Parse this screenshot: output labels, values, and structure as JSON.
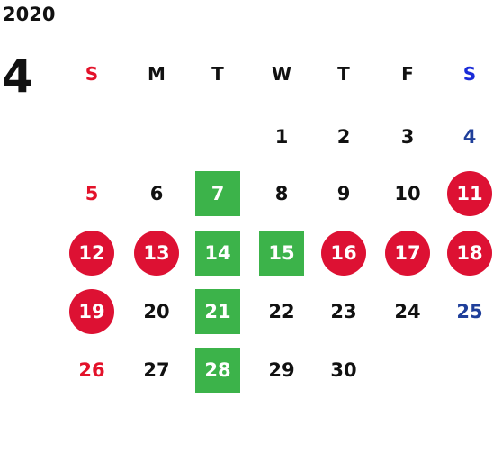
{
  "year": "2020",
  "month": "4",
  "colors": {
    "sunday": "#e3122a",
    "saturday": "#1f3f9a",
    "holiday_circle": "#dd1133",
    "highlight_square": "#3cb34a",
    "text": "#111111"
  },
  "weekdays": [
    "S",
    "M",
    "T",
    "W",
    "T",
    "F",
    "S"
  ],
  "weeks": [
    [
      "",
      "",
      "",
      "1",
      "2",
      "3",
      "4"
    ],
    [
      "5",
      "6",
      "7",
      "8",
      "9",
      "10",
      "11"
    ],
    [
      "12",
      "13",
      "14",
      "15",
      "16",
      "17",
      "18"
    ],
    [
      "19",
      "20",
      "21",
      "22",
      "23",
      "24",
      "25"
    ],
    [
      "26",
      "27",
      "28",
      "29",
      "30",
      "",
      ""
    ]
  ],
  "circled_days": [
    "11",
    "12",
    "13",
    "16",
    "17",
    "18",
    "19"
  ],
  "square_days": [
    "7",
    "14",
    "15",
    "21",
    "28"
  ]
}
